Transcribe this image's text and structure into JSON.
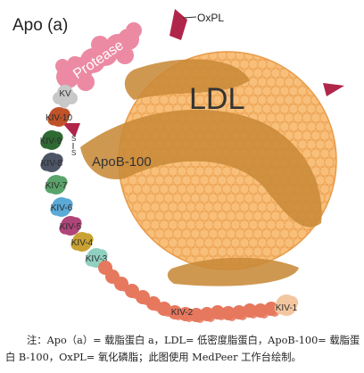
{
  "diagram": {
    "title": "Apo (a)",
    "labels": {
      "oxpl": "OxPL",
      "protease": "Protease",
      "ldl": "LDL",
      "apob": "ApoB-100",
      "kv": "KV",
      "disulfide": "S-S"
    },
    "kringles": [
      {
        "label": "KIV-10",
        "color": "#c0522a"
      },
      {
        "label": "KIV-9",
        "color": "#2f6a33"
      },
      {
        "label": "KIV-8",
        "color": "#4d5566"
      },
      {
        "label": "KIV-7",
        "color": "#5aa36a"
      },
      {
        "label": "KIV-6",
        "color": "#5aa9d6"
      },
      {
        "label": "KIV-5",
        "color": "#b0457a"
      },
      {
        "label": "KIV-4",
        "color": "#c9a233"
      },
      {
        "label": "KIV-3",
        "color": "#8fd0c0"
      },
      {
        "label": "KIV-2",
        "color": "#e6785e"
      },
      {
        "label": "KIV-1",
        "color": "#f2c7a0"
      }
    ],
    "colors": {
      "particle": "#f8bf7a",
      "particle_edge": "#e89a48",
      "apob": "#c88a38",
      "oxpl": "#b0264a",
      "protease": "#ec8aa3",
      "kv": "#c8c8c8"
    }
  },
  "caption": {
    "text": "注：Apo（a）= 载脂蛋白 a，LDL= 低密度脂蛋白，ApoB-100= 载脂蛋白 B-100，OxPL= 氧化磷脂；此图使用 MedPeer 工作台绘制。"
  }
}
